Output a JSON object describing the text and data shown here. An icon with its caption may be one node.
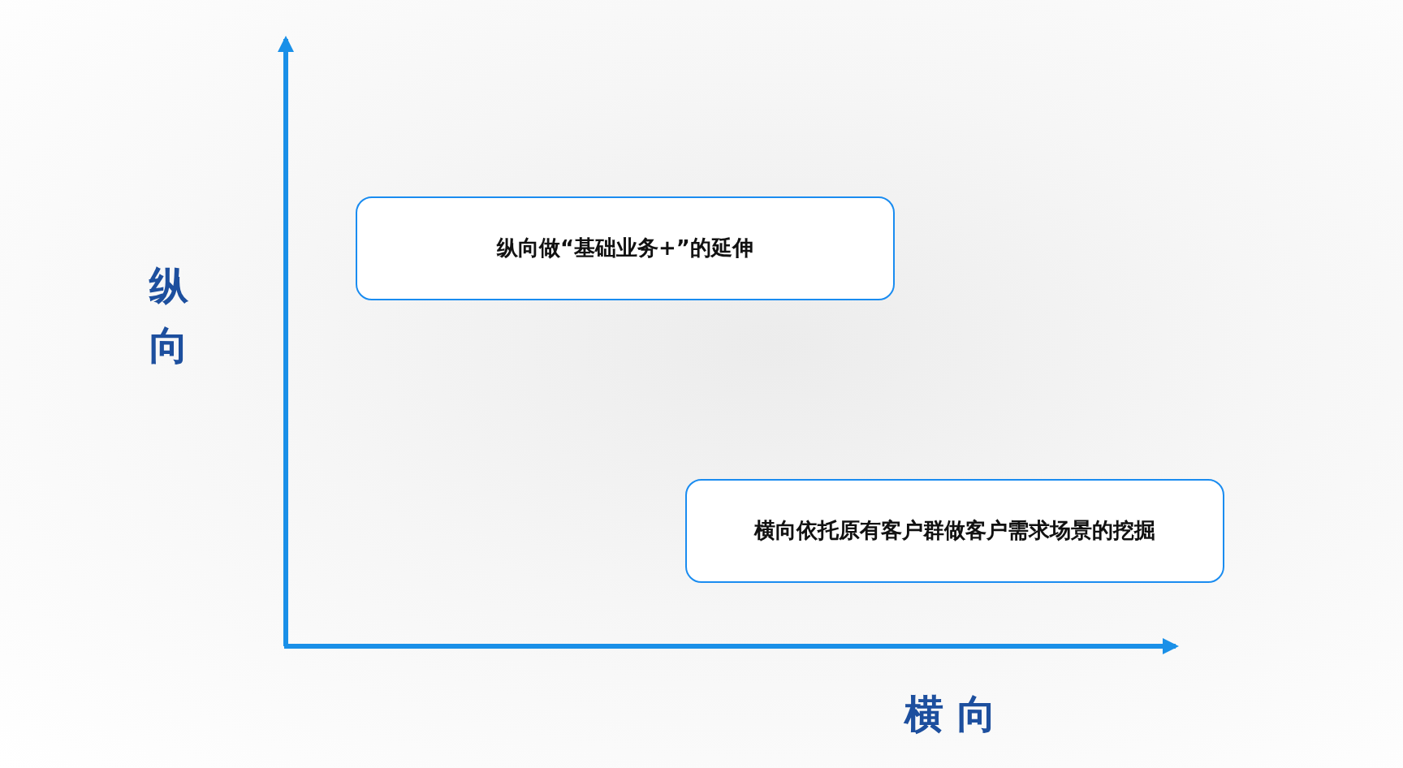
{
  "diagram": {
    "nodes": [
      {
        "text": [
          "纵向做“基础业务+”的延伸"
        ]
      },
      {
        "text": [
          "横向依托原有客户群做客户需求场景的挖掘"
        ]
      }
    ],
    "labels": [
      "纵向",
      "横 向"
    ]
  }
}
